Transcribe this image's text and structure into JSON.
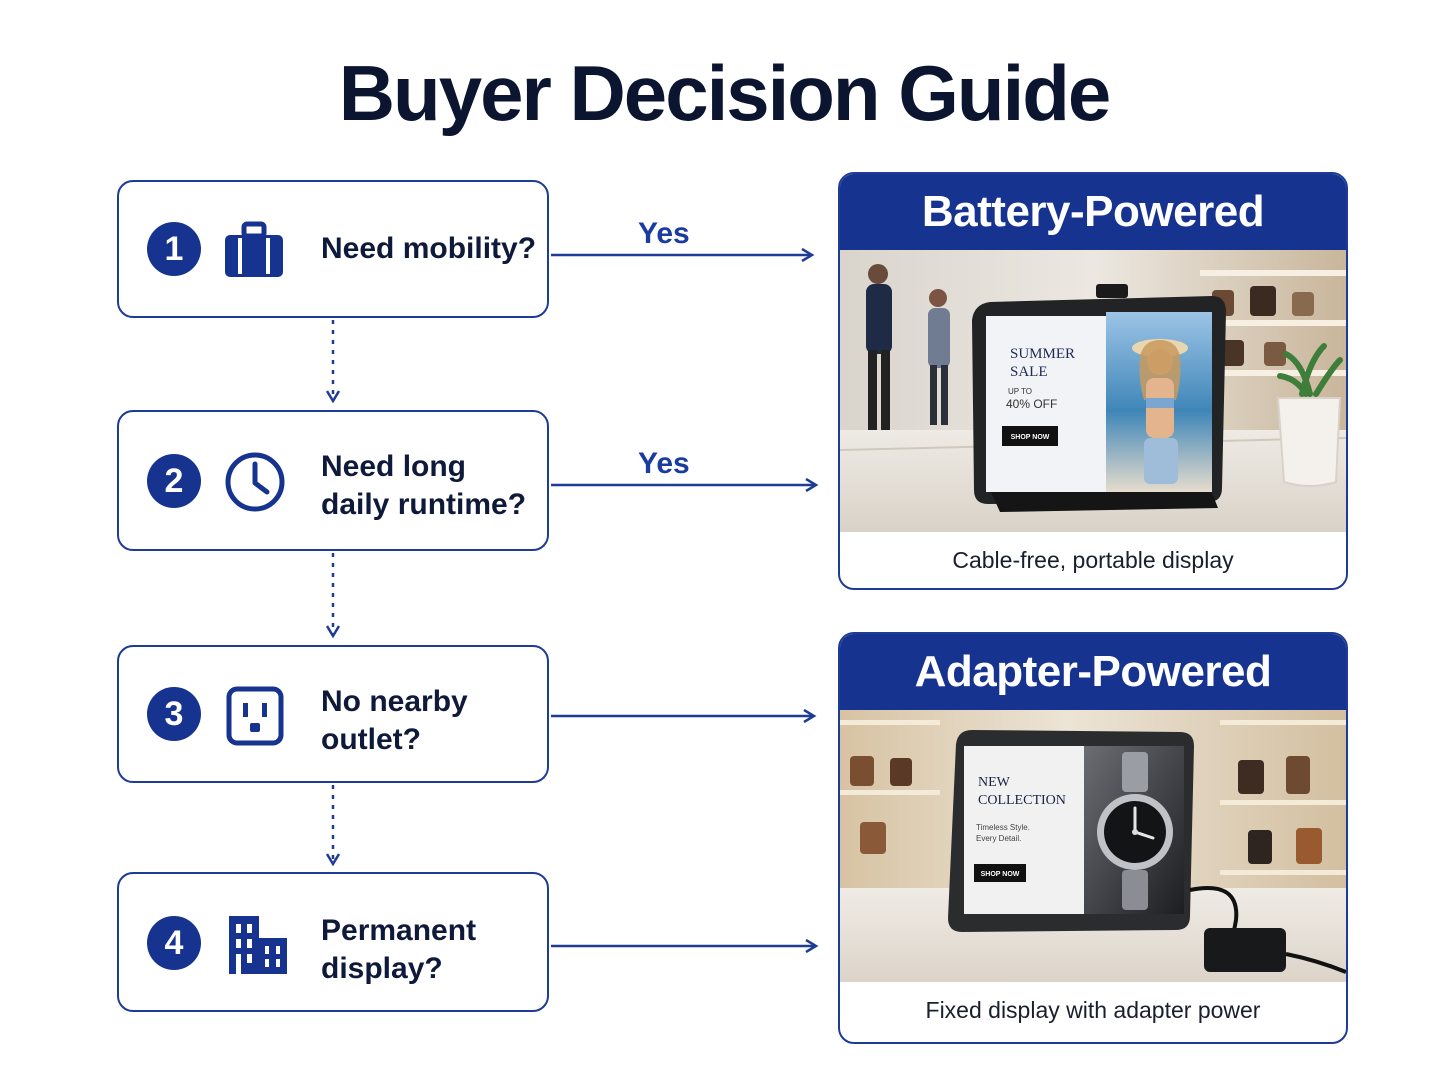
{
  "title": "Buyer Decision Guide",
  "colors": {
    "primary": "#15338f",
    "border": "#1e3c96",
    "text": "#0f1a3a"
  },
  "questions": [
    {
      "number": "1",
      "icon": "briefcase-icon",
      "lines": [
        "Need mobility?"
      ]
    },
    {
      "number": "2",
      "icon": "clock-icon",
      "lines": [
        "Need long",
        "daily runtime?"
      ]
    },
    {
      "number": "3",
      "icon": "outlet-icon",
      "lines": [
        "No nearby",
        "outlet?"
      ]
    },
    {
      "number": "4",
      "icon": "building-icon",
      "lines": [
        "Permanent",
        "display?"
      ]
    }
  ],
  "arrow_labels": {
    "q1": "Yes",
    "q2": "Yes"
  },
  "results": {
    "battery": {
      "title": "Battery-Powered",
      "caption": "Cable-free, portable display",
      "screen": {
        "line1": "SUMMER",
        "line2": "SALE",
        "small": "UP TO",
        "offer": "40% OFF",
        "button": "SHOP NOW"
      }
    },
    "adapter": {
      "title": "Adapter-Powered",
      "caption": "Fixed display with adapter power",
      "screen": {
        "line1": "NEW",
        "line2": "COLLECTION",
        "small1": "Timeless Style.",
        "small2": "Every Detail.",
        "button": "SHOP NOW"
      }
    }
  }
}
